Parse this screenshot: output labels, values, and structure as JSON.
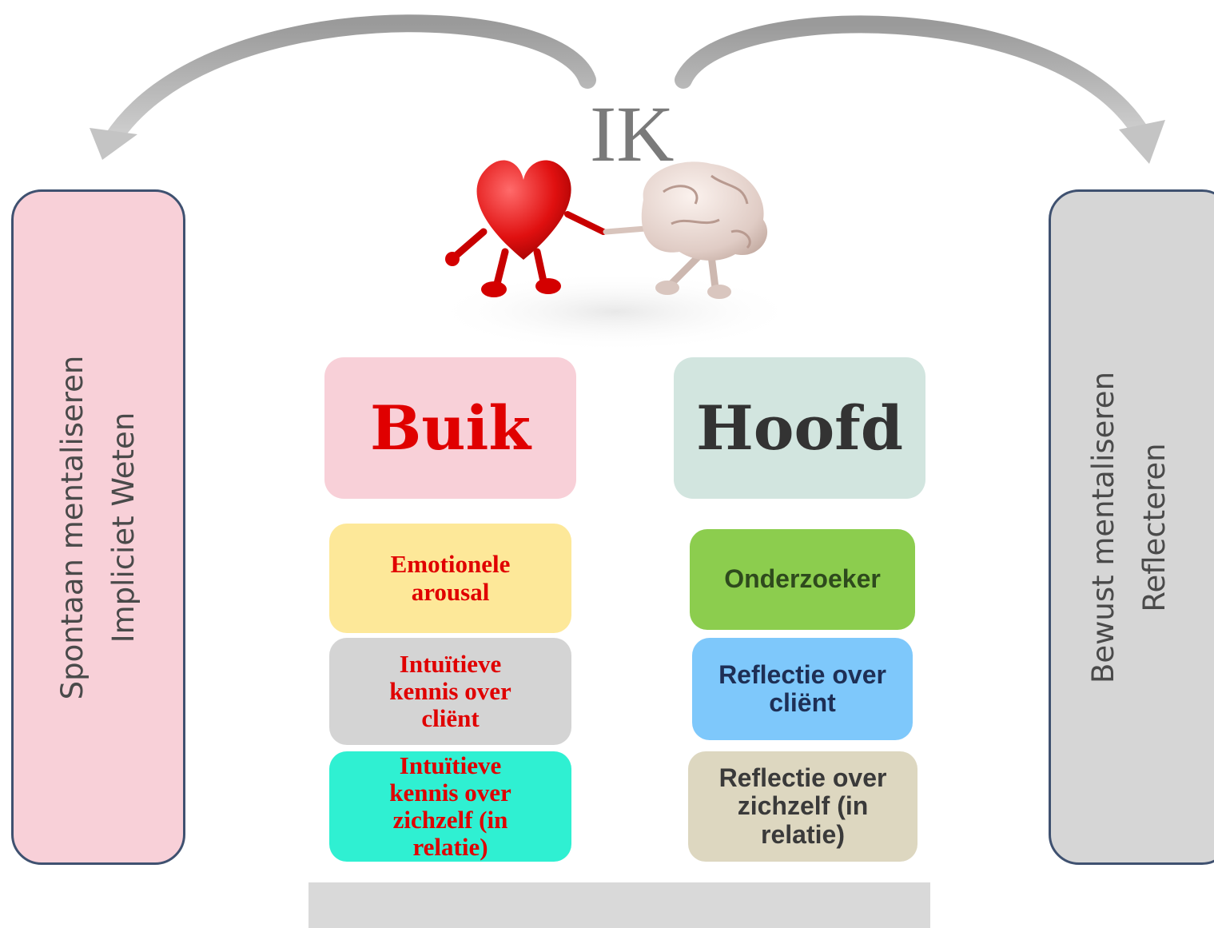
{
  "title": "IK",
  "left_panel": {
    "lines": [
      "Spontaan mentaliseren",
      "Impliciet Weten"
    ],
    "color": "#f8d0d8"
  },
  "right_panel": {
    "lines": [
      "Bewust mentaliseren",
      "Reflecteren"
    ],
    "color": "#d6d6d6"
  },
  "columns": {
    "buik": {
      "header": "Buik",
      "header_color": "#e00000",
      "boxes": [
        {
          "lines": [
            "Emotionele",
            "arousal"
          ],
          "color": "#fde899"
        },
        {
          "lines": [
            "Intuïtieve",
            "kennis over",
            "cliënt"
          ],
          "color": "#d4d4d4"
        },
        {
          "lines": [
            "Intuïtieve",
            "kennis over",
            "zichzelf (in",
            "relatie)"
          ],
          "color": "#2ff0d2"
        }
      ]
    },
    "hoofd": {
      "header": "Hoofd",
      "boxes": [
        {
          "lines": [
            "Onderzoeker"
          ],
          "color": "#8ccd4e"
        },
        {
          "lines": [
            "Reflectie over",
            "cliënt"
          ],
          "color": "#7ec8fb"
        },
        {
          "lines": [
            "Reflectie over",
            "zichzelf (in",
            "relatie)"
          ],
          "color": "#ddd7c0"
        }
      ]
    }
  },
  "icons": [
    "heart-mascot-icon",
    "brain-mascot-icon",
    "curved-arrow-left-icon",
    "curved-arrow-right-icon"
  ]
}
